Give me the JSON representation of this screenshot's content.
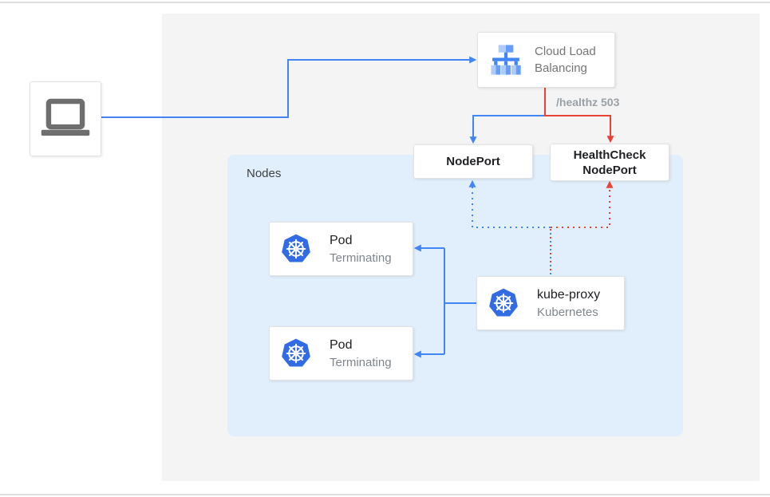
{
  "colors": {
    "blue": "#4285F4",
    "red": "#EA4335",
    "k8s_blue": "#326CE5",
    "lb_light": "#AECBFA",
    "lb_mid": "#669DF6",
    "lb_main": "#4285F4",
    "backdrop": "#F4F4F4",
    "nodes_bg": "#E1EFFC",
    "box_border": "#E2E2E2",
    "text_dark": "#202124",
    "text_gray": "#757575",
    "text_muted": "#9AA0A6",
    "laptop_gray": "#6E6E6E",
    "frame_line": "#DEDEDE"
  },
  "diagram": {
    "cloud_load_balancing": {
      "label": "Cloud Load Balancing"
    },
    "healthz_badge": "/healthz 503",
    "node_port": {
      "label": "NodePort"
    },
    "health_check_node_port": {
      "label": "HealthCheck NodePort"
    },
    "nodes_group": {
      "label": "Nodes"
    },
    "pods": [
      {
        "title": "Pod",
        "status": "Terminating"
      },
      {
        "title": "Pod",
        "status": "Terminating"
      }
    ],
    "kube_proxy": {
      "title": "kube-proxy",
      "subtitle": "Kubernetes"
    }
  }
}
